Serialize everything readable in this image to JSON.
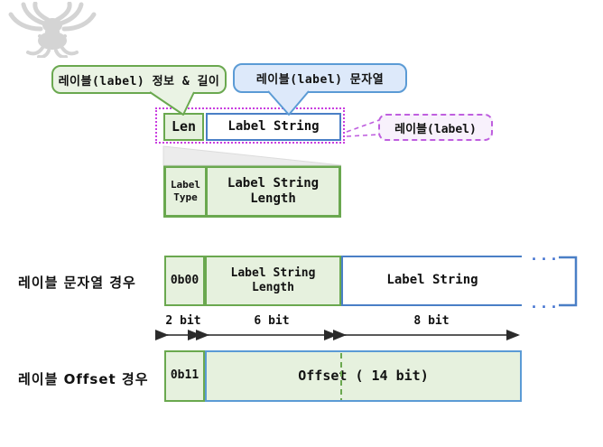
{
  "colors": {
    "green_border": "#6aa84f",
    "green_fill": "#e6f1de",
    "blue_border": "#4a7fc6",
    "blue_bubble_border": "#5b9bd5",
    "blue_bubble_fill": "#dde9fa",
    "magenta": "#c93ee0",
    "callout_fill": "#f8f1fc",
    "wedge_gray": "#ececec",
    "logo_gray": "#d4d4d4"
  },
  "logo": {
    "name": "spider-logo"
  },
  "callouts": {
    "info": "레이블(label) 정보 & 길이",
    "string": "레이블(label) 문자열",
    "label": "레이블(label)"
  },
  "overview": {
    "len": "Len",
    "label_string": "Label String"
  },
  "expanded": {
    "label_type": "Label\nType",
    "label_string_length": "Label String\nLength"
  },
  "string_case": {
    "caption": "레이블 문자열 경우",
    "type_bits": "0b00",
    "length": "Label String\nLength",
    "label_string": "Label String",
    "ellipsis": "..."
  },
  "bit_ruler": {
    "type_bits": "2 bit",
    "length_bits": "6 bit",
    "byte_bits": "8 bit"
  },
  "offset_case": {
    "caption": "레이블 Offset 경우",
    "type_bits": "0b11",
    "offset": "Offset ( 14 bit)"
  }
}
